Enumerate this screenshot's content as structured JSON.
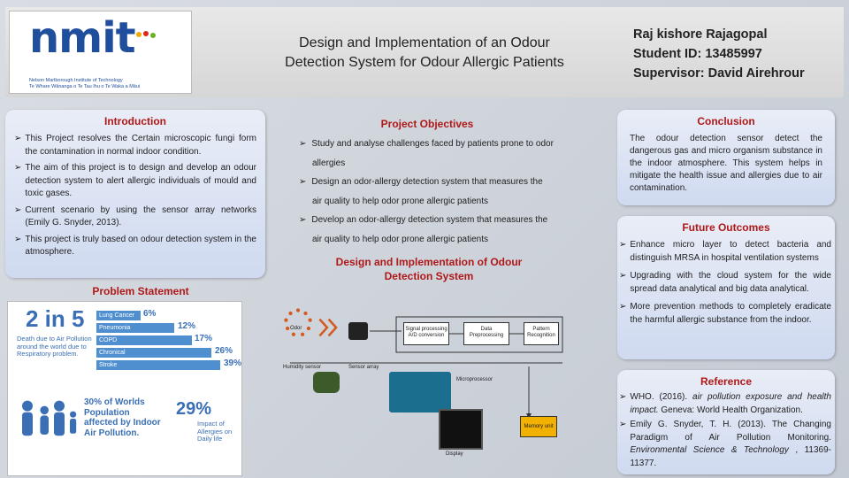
{
  "header": {
    "title_line1": "Design and Implementation of an Odour",
    "title_line2": "Detection System for Odour Allergic Patients",
    "author": "Raj kishore Rajagopal",
    "student_id": "Student ID: 13485997",
    "supervisor": "Supervisor: David Airehrour"
  },
  "logo": {
    "word": "nmit",
    "tag_line1": "Nelson Marlborough Institute of Technology",
    "tag_line2": "Te Whare Wānanga o Te Tau Ihu o Te Waka a Māui"
  },
  "introduction": {
    "heading": "Introduction",
    "bullets": [
      "This Project resolves the Certain microscopic fungi form the contamination in normal indoor condition.",
      "The aim of this project is to design and develop an odour detection system to alert allergic individuals of mould and toxic gases.",
      "Current scenario by using the sensor array networks (Emily G. Snyder, 2013).",
      "This project is truly based on odour detection system in the atmosphere."
    ]
  },
  "problem": {
    "heading": "Problem Statement",
    "big_stat": "2 in 5",
    "stat_text": "Death due to Air Pollution around the world due to Respiratory problem.",
    "bars": [
      {
        "label": "Lung Cancer",
        "value": "6%"
      },
      {
        "label": "Pneumonia",
        "value": "12%"
      },
      {
        "label": "COPD",
        "value": "17%"
      },
      {
        "label": "Chronical",
        "value": "26%"
      },
      {
        "label": "Stroke",
        "value": "39%"
      }
    ],
    "population_text": "30% of Worlds Population affected by Indoor Air Pollution.",
    "impact_value": "29%",
    "impact_text": "Impact of Allergies on Daily life"
  },
  "objectives": {
    "heading": "Project Objectives",
    "b1_line1": "Study and analyse challenges faced by patients prone to odor",
    "b1_line2": "allergies",
    "b2_line1": "Design an odor-allergy detection system that measures the",
    "b2_line2": "air quality to help odor prone allergic patients",
    "b3_line1": "Develop an odor-allergy detection system that measures the",
    "b3_line2": "air quality to help odor prone allergic patients"
  },
  "design": {
    "heading_line1": "Design and Implementation of Odour",
    "heading_line2": "Detection System",
    "odor": "Odor",
    "sensor_array": "Sensor array",
    "signal_processing": "Signal processing A/D conversion",
    "data_preprocessing": "Data Preprocessing",
    "pattern_recognition": "Pattern Recognition",
    "microprocessor": "Microprocessor",
    "memory_unit": "Memory unit",
    "display": "Display",
    "sample_label": "Humidity sensor"
  },
  "conclusion": {
    "heading": "Conclusion",
    "text": "The odour detection sensor detect the dangerous gas and micro organism substance in the indoor atmosphere. This system helps in mitigate the health issue and allergies due to air contamination."
  },
  "future": {
    "heading": "Future Outcomes",
    "bullets": [
      "Enhance micro layer to detect bacteria and distinguish MRSA in hospital ventilation systems",
      "Upgrading with the cloud system for the wide spread data analytical and big data analytical.",
      "More prevention methods to completely eradicate the harmful allergic substance from the indoor."
    ]
  },
  "reference": {
    "heading": "Reference",
    "r1_plain": "WHO. (2016). ",
    "r1_italic": "air pollution exposure and health impact.",
    "r1_tail": " Geneva: World Health Organization.",
    "r2_plain": "Emily G. Snyder, T. H. (2013). The Changing Paradigm of Air Pollution Monitoring. ",
    "r2_italic": "Environmental Science & Technology",
    "r2_tail": " , 11369-11377."
  },
  "colors": {
    "heading_red": "#b01818",
    "panel_blue": "#cfdaf0",
    "logo_blue": "#1f4e9c"
  }
}
